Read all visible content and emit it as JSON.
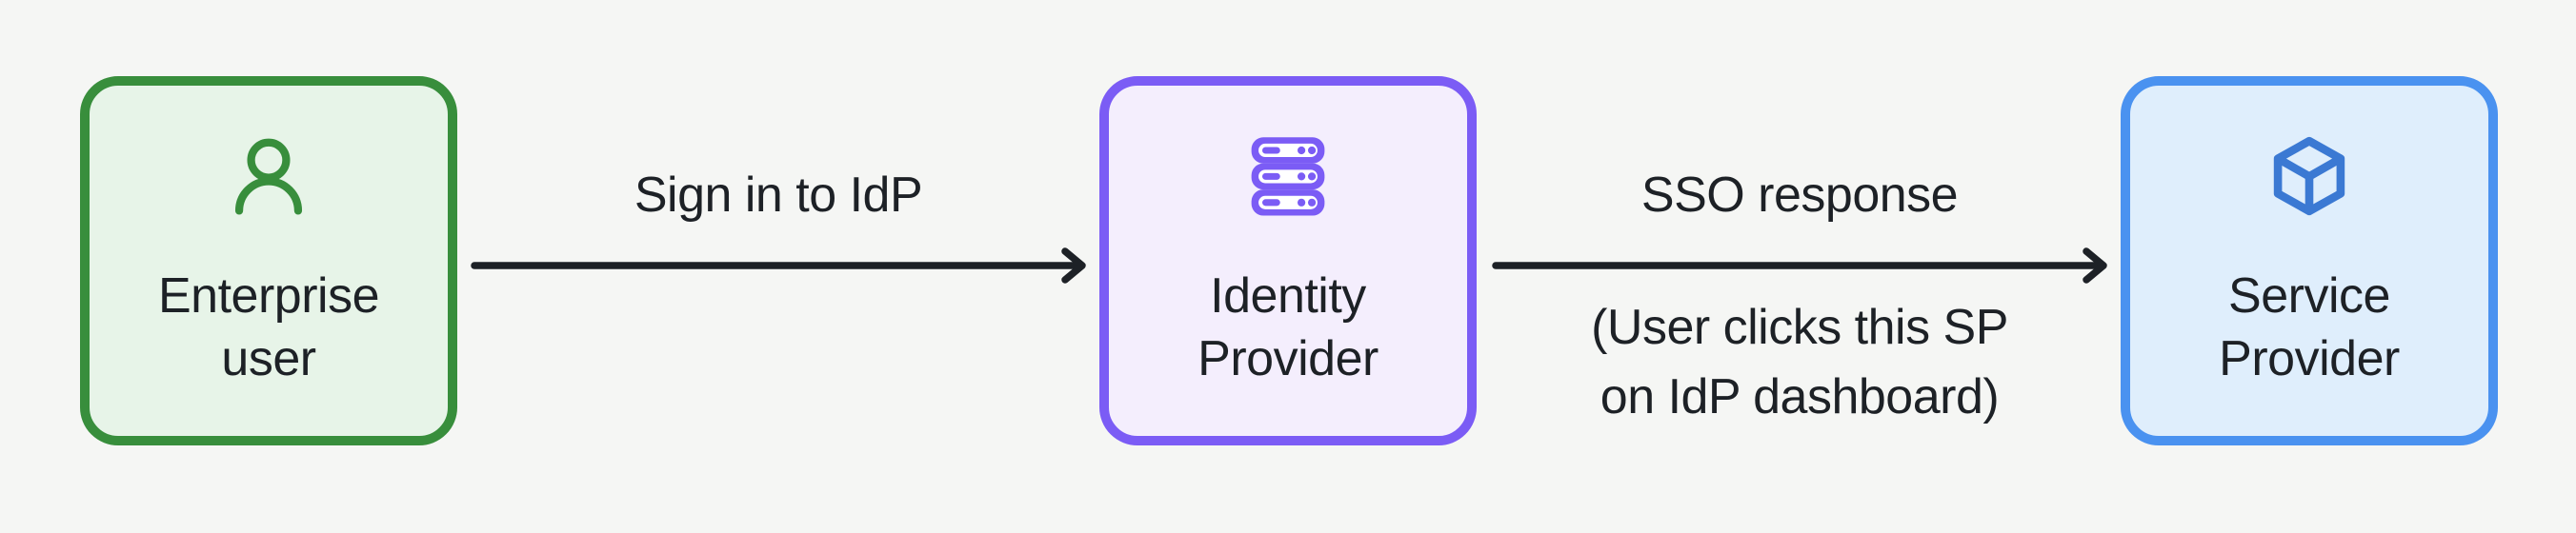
{
  "canvas": {
    "background": "#f5f6f4",
    "text_color": "#1d2126",
    "arrow_color": "#1d2126"
  },
  "nodes": [
    {
      "id": "enterprise-user",
      "label": "Enterprise user",
      "label_lines": [
        "Enterprise",
        "user"
      ],
      "icon": "user-icon",
      "border_color": "#388e3c",
      "fill_color": "#e7f4e8",
      "icon_color": "#388e3c"
    },
    {
      "id": "identity-provider",
      "label": "Identity Provider",
      "label_lines": [
        "Identity",
        "Provider"
      ],
      "icon": "server-icon",
      "border_color": "#7b5cf5",
      "fill_color": "#f4eefd",
      "icon_color": "#7b5cf5"
    },
    {
      "id": "service-provider",
      "label": "Service Provider",
      "label_lines": [
        "Service",
        "Provider"
      ],
      "icon": "cube-icon",
      "border_color": "#4a92f0",
      "fill_color": "#dfeefc",
      "icon_color": "#3b79d3"
    }
  ],
  "edges": [
    {
      "from": "enterprise-user",
      "to": "identity-provider",
      "label": "Sign in to IdP",
      "sublabel_lines": []
    },
    {
      "from": "identity-provider",
      "to": "service-provider",
      "label": "SSO response",
      "sublabel_lines": [
        "(User clicks this SP",
        "on IdP dashboard)"
      ]
    }
  ]
}
